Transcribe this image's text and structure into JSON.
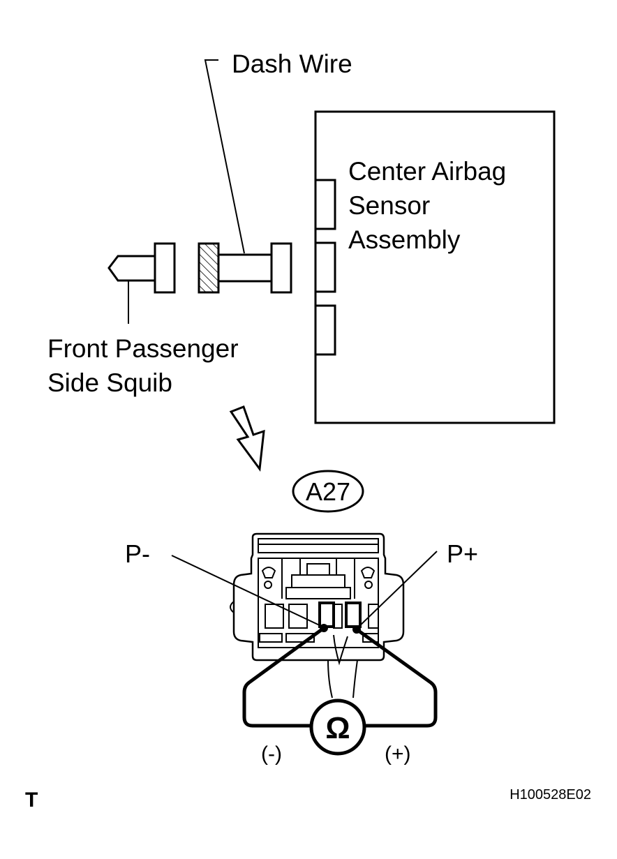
{
  "labels": {
    "dash_wire": "Dash Wire",
    "center_airbag_line1": "Center Airbag",
    "center_airbag_line2": "Sensor",
    "center_airbag_line3": "Assembly",
    "squib_line1": "Front Passenger",
    "squib_line2": "Side Squib",
    "connector_id": "A27",
    "p_minus": "P-",
    "p_plus": "P+",
    "meter_symbol": "Ω",
    "minus_probe": "(-)",
    "plus_probe": "(+)",
    "corner_mark": "T",
    "figure_code": "H100528E02"
  }
}
